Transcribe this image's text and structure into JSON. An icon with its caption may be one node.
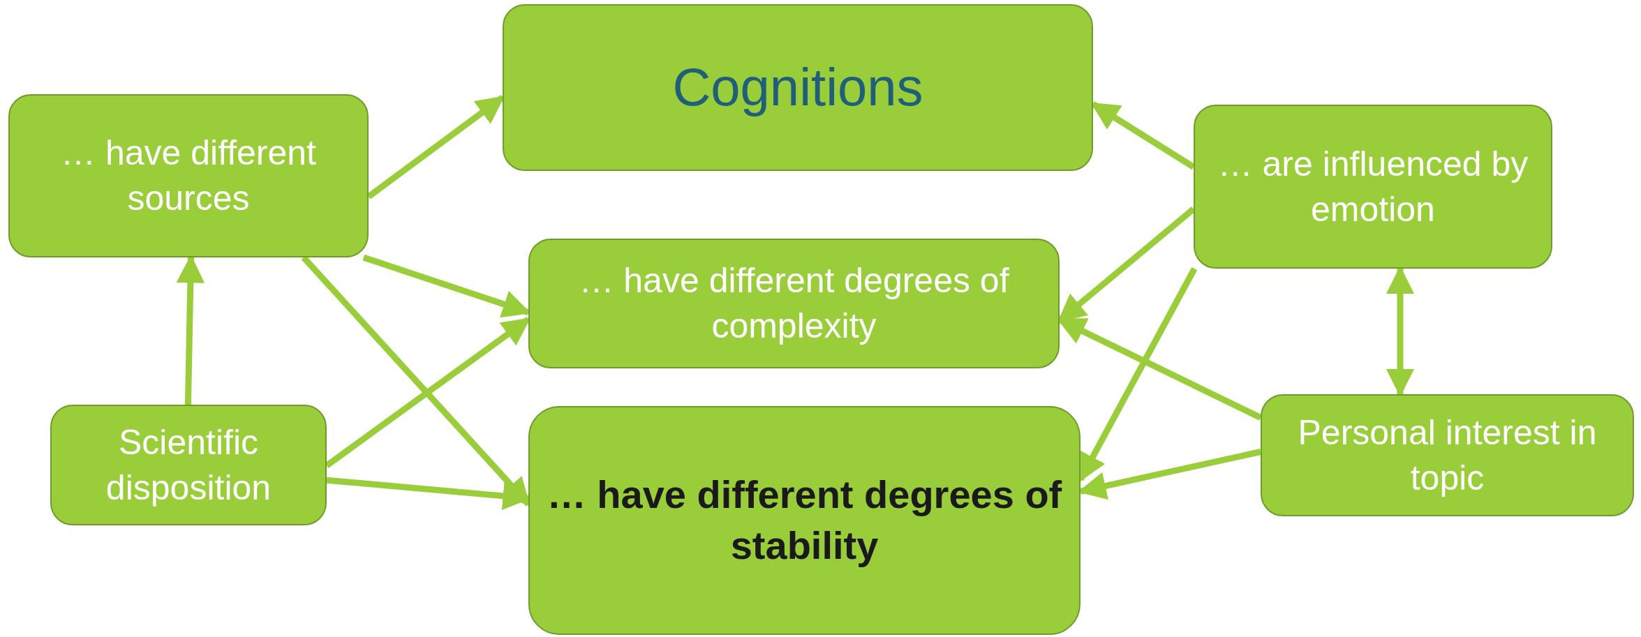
{
  "diagram": {
    "nodes": [
      {
        "text": [
          "Cognitions"
        ]
      },
      {
        "text": [
          "… have different sources"
        ]
      },
      {
        "text": [
          "… have different degrees of complexity"
        ]
      },
      {
        "text": [
          "… have different degrees of stability"
        ]
      },
      {
        "text": [
          "… are influenced by emotion"
        ]
      },
      {
        "text": [
          "Scientific disposition"
        ]
      },
      {
        "text": [
          "Personal interest in topic"
        ]
      }
    ],
    "edges": [
      {
        "from": 1,
        "to": 0,
        "arrow": "to"
      },
      {
        "from": 1,
        "to": 2,
        "arrow": "to"
      },
      {
        "from": 1,
        "to": 3,
        "arrow": "to"
      },
      {
        "from": 5,
        "to": 1,
        "arrow": "to"
      },
      {
        "from": 5,
        "to": 2,
        "arrow": "to"
      },
      {
        "from": 5,
        "to": 3,
        "arrow": "to"
      },
      {
        "from": 4,
        "to": 0,
        "arrow": "to"
      },
      {
        "from": 4,
        "to": 2,
        "arrow": "to"
      },
      {
        "from": 4,
        "to": 3,
        "arrow": "to"
      },
      {
        "from": 4,
        "to": 6,
        "arrow": "both"
      },
      {
        "from": 6,
        "to": 2,
        "arrow": "to"
      },
      {
        "from": 6,
        "to": 3,
        "arrow": "to"
      }
    ]
  }
}
